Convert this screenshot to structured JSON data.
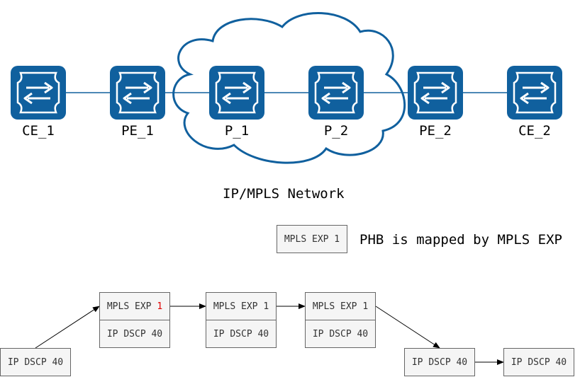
{
  "colors": {
    "device_fill": "#10609e",
    "link": "#10609e",
    "cloud_stroke": "#10609e",
    "box_fill": "#f5f5f5",
    "box_border": "#666666",
    "highlight": "#e00000"
  },
  "network": {
    "title": "IP/MPLS Network",
    "devices": [
      {
        "label": "CE_1",
        "icon": "router-icon"
      },
      {
        "label": "PE_1",
        "icon": "router-icon"
      },
      {
        "label": "P_1",
        "icon": "router-icon"
      },
      {
        "label": "P_2",
        "icon": "router-icon"
      },
      {
        "label": "PE_2",
        "icon": "router-icon"
      },
      {
        "label": "CE_2",
        "icon": "router-icon"
      }
    ]
  },
  "legend": {
    "box_text": "MPLS EXP 1",
    "description": "PHB is mapped by MPLS EXP"
  },
  "flow": {
    "ingress": "IP DSCP 40",
    "mpls_prefix": "MPLS EXP",
    "mpls_value": "1",
    "inner": "IP DSCP 40",
    "egress1": "IP DSCP 40",
    "egress2": "IP DSCP 40"
  }
}
